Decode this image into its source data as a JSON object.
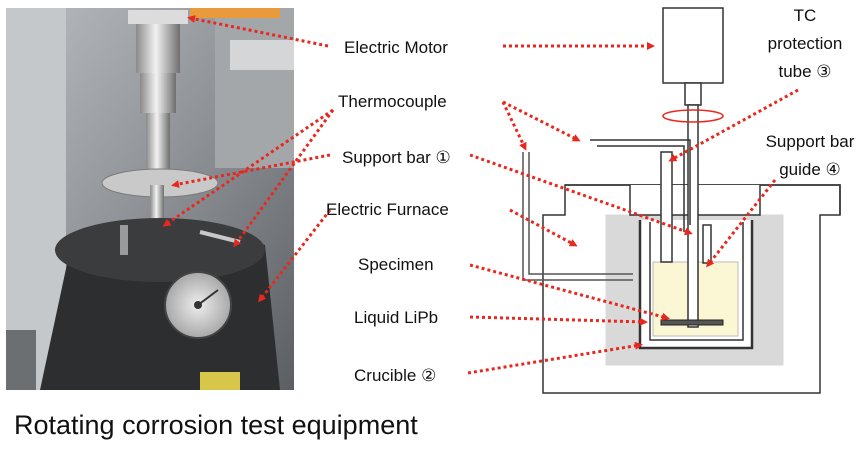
{
  "labels": {
    "electric_motor": "Electric Motor",
    "thermocouple": "Thermocouple",
    "support_bar": "Support bar ①",
    "electric_furnace": "Electric Furnace",
    "specimen": "Specimen",
    "liquid_lipb": "Liquid LiPb",
    "crucible": "Crucible ②",
    "tc_protection_tube_line1": "TC",
    "tc_protection_tube_line2": "protection",
    "tc_protection_tube_line3": "tube ③",
    "support_bar_guide_line1": "Support bar",
    "support_bar_guide_line2": "guide ④"
  },
  "caption": "Rotating corrosion test equipment",
  "colors": {
    "arrow": "#e8281e",
    "furnace_fill": "#d9d9d9",
    "liquid_fill": "#fbf6d4",
    "outline": "#333333",
    "rotation": "#e8281e"
  }
}
